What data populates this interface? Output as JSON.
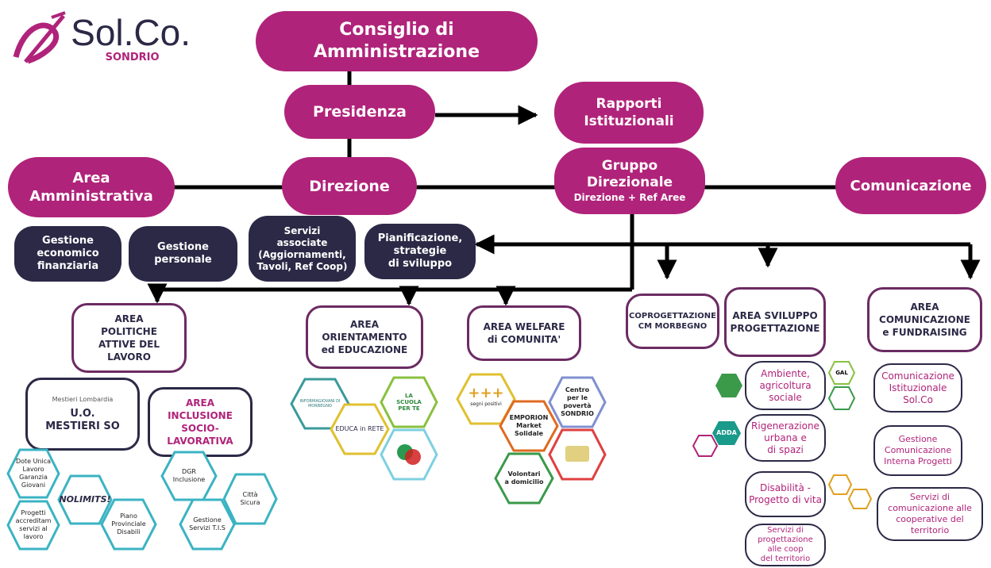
{
  "logo": {
    "name": "Sol.Co.",
    "sub": "SONDRIO"
  },
  "top": {
    "consiglio": [
      "Consiglio di",
      "Amministrazione"
    ],
    "presidenza": "Presidenza",
    "rapporti": [
      "Rapporti",
      "Istituzionali"
    ],
    "direzione": "Direzione",
    "gruppo": [
      "Gruppo",
      "Direzionale"
    ],
    "gruppo_sub": "Direzione + Ref Aree",
    "amministrativa": [
      "Area",
      "Amministrativa"
    ],
    "comunicazione": "Comunicazione"
  },
  "dark": {
    "economico": [
      "Gestione",
      "economico",
      "finanziaria"
    ],
    "personale": [
      "Gestione",
      "personale"
    ],
    "servizi": [
      "Servizi",
      "associate",
      "(Aggiornamenti,",
      "Tavoli, Ref Coop)"
    ],
    "pianificazione": [
      "Pianificazione,",
      "strategie",
      "di sviluppo"
    ]
  },
  "areas": {
    "politiche": [
      "AREA",
      "POLITICHE",
      "ATTIVE DEL",
      "LAVORO"
    ],
    "orientamento": [
      "AREA",
      "ORIENTAMENTO",
      "ed EDUCAZIONE"
    ],
    "welfare": [
      "AREA WELFARE",
      "di COMUNITA'"
    ],
    "coprogettazione": [
      "COPROGETTAZIONE",
      "CM MORBEGNO"
    ],
    "sviluppo": [
      "AREA SVILUPPO",
      "PROGETTAZIONE"
    ],
    "comunicazione": [
      "AREA",
      "COMUNICAZIONE",
      "e FUNDRAISING"
    ],
    "mestieri": [
      "U.O.",
      "MESTIERI SO"
    ],
    "mestieri_logo": [
      "Mestieri",
      "Lombardia"
    ],
    "inclusione": [
      "AREA",
      "INCLUSIONE",
      "SOCIO-",
      "LAVORATIVA"
    ]
  },
  "hexes": {
    "dote": [
      "Dote Unica",
      "Lavoro",
      "Garanzia Giovani"
    ],
    "nolimits": "NOLIMITS!",
    "progetti": [
      "Progetti",
      "accreditam",
      "servizi al",
      "lavoro"
    ],
    "piano": [
      "Piano",
      "Provinciale",
      "Disabili"
    ],
    "dgr": [
      "DGR",
      "Inclusione"
    ],
    "citta": [
      "Città",
      "Sicura"
    ],
    "gestione_tis": [
      "Gestione",
      "Servizi T.I.S"
    ],
    "educa": "EDUCA in RETE",
    "informagiovani": "INFORMAGIOVANI DI MORBEGNO",
    "scuola": [
      "LA",
      "SCUOLA",
      "PER",
      "TE"
    ],
    "segni": [
      "+++",
      "segni positivi"
    ],
    "emporion": [
      "EMPORION",
      "Market",
      "Solidale"
    ],
    "centro": [
      "Centro",
      "per le",
      "povertà",
      "SONDRIO"
    ],
    "volontari": [
      "Volontari",
      "a domicilio"
    ]
  },
  "sviluppo_items": {
    "ambiente": [
      "Ambiente,",
      "agricoltura",
      "sociale"
    ],
    "rigenerazione": [
      "Rigenerazione",
      "urbana e",
      "di spazi"
    ],
    "disabilita": [
      "Disabilità -",
      "Progetto di vita"
    ],
    "servizi_prog": [
      "Servizi di",
      "progettazione",
      "alle coop",
      "del territorio"
    ]
  },
  "comunicazione_items": {
    "istituzionale": [
      "Comunicazione",
      "Istituzionale",
      "Sol.Co"
    ],
    "interna": [
      "Gestione",
      "Comunicazione",
      "Interna Progetti"
    ],
    "servizi_com": [
      "Servizi di",
      "comunicazione alle",
      "cooperative del",
      "territorio"
    ]
  },
  "badges": {
    "adda": "ADDA",
    "gal": "GAL"
  },
  "colors": {
    "magenta": "#b0237a",
    "navy": "#2b2946",
    "purple": "#6b2b63"
  }
}
